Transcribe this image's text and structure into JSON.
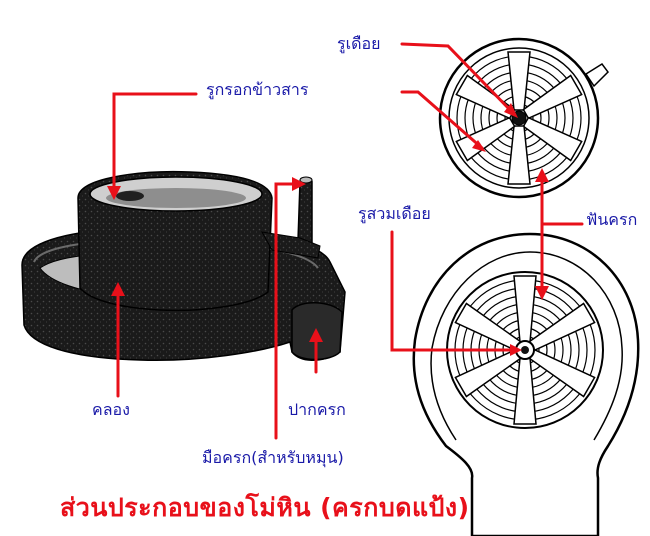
{
  "labels": {
    "hole_top": "รูเดือย",
    "grain_hole": "รูกรอกข้าวสาร",
    "pin_hole": "รูสวมเดือย",
    "teeth": "ฟันครก",
    "rim": "คลอง",
    "spout": "ปากครก",
    "handle": "มือครก(สำหรับหมุน)"
  },
  "title": "ส่วนประกอบของโม่หิน (ครกบดแป้ง)",
  "colors": {
    "label_text": "#1a1aa8",
    "title_text": "#e8101a",
    "pointer": "#e8101a",
    "stone_dark": "#1c1c1c",
    "stone_light": "#ffffff"
  }
}
